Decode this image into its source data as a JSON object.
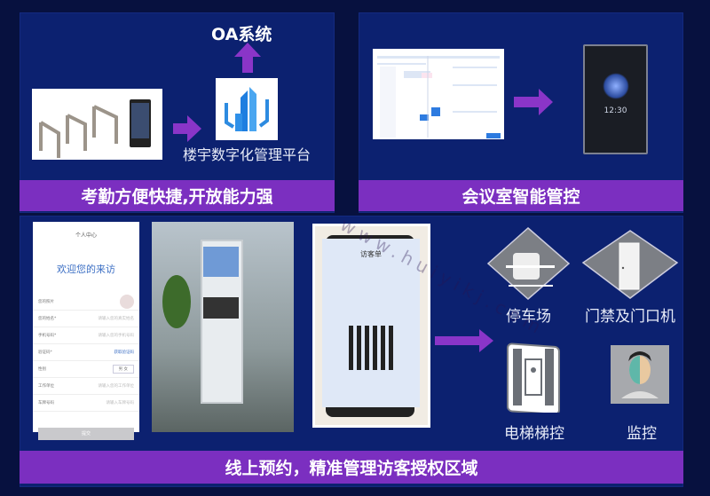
{
  "top_left": {
    "oa_label": "OA系统",
    "platform_label": "楼宇数字化管理平台",
    "band": "考勤方便快捷,开放能力强"
  },
  "top_right": {
    "device_time": "12:30",
    "band": "会议室智能管控"
  },
  "bottom": {
    "phone_form": {
      "title": "个人中心",
      "welcome": "欢迎您的来访",
      "fields": [
        {
          "label": "您的照片",
          "value": ""
        },
        {
          "label": "您的姓名*",
          "value": "请输入您的真实姓名"
        },
        {
          "label": "手机号码*",
          "value": "请输入您的手机号码"
        },
        {
          "label": "验证码*",
          "value": "获取验证码"
        },
        {
          "label": "性别",
          "value": "男 女"
        },
        {
          "label": "工作单位",
          "value": "请输入您的工作单位"
        },
        {
          "label": "车牌号码",
          "value": "请输入车牌号码"
        }
      ],
      "submit": "提交"
    },
    "ticket_title": "访客单",
    "modules": [
      {
        "label": "停车场",
        "icon": "parking-barrier-icon"
      },
      {
        "label": "门禁及门口机",
        "icon": "door-icon"
      },
      {
        "label": "电梯梯控",
        "icon": "elevator-icon"
      },
      {
        "label": "监控",
        "icon": "face-monitor-icon"
      }
    ],
    "band": "线上预约，精准管理访客授权区域"
  },
  "watermark": "www.huiyikj.com",
  "colors": {
    "panel": "#0c2170",
    "band": "#7b2fc0",
    "arrow": "#8a35c8",
    "background": "#07113f"
  }
}
